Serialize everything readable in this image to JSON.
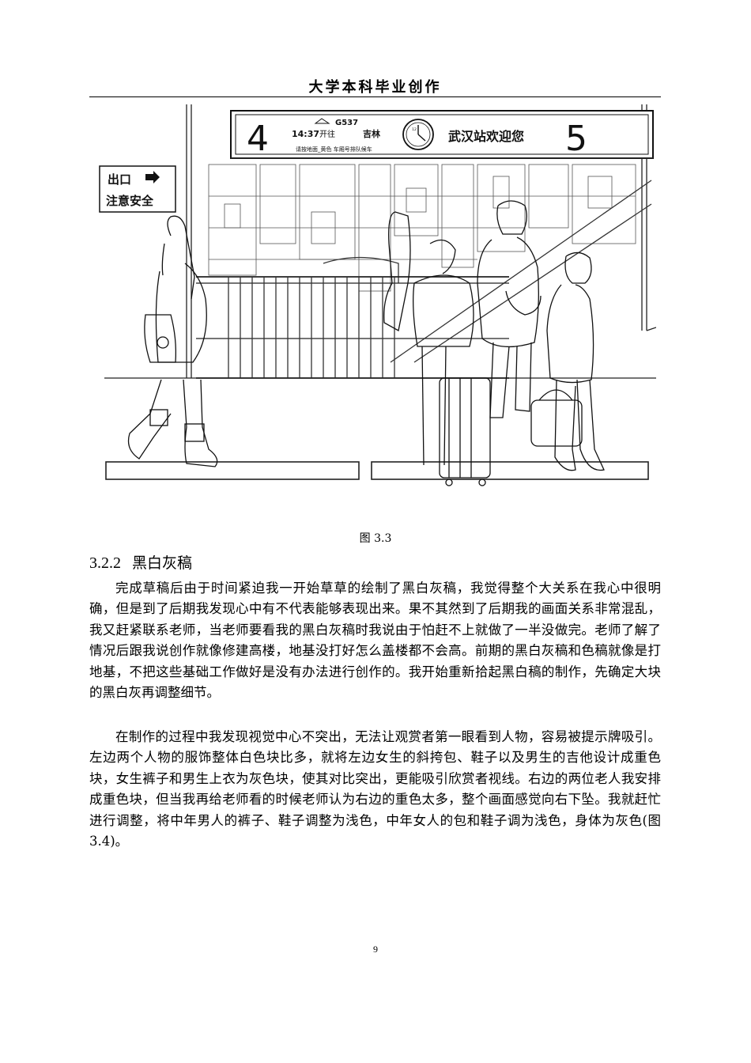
{
  "header": {
    "title": "大学本科毕业创作"
  },
  "figure": {
    "sign_platform_left": "4",
    "sign_platform_right": "5",
    "sign_train": "G537",
    "sign_time": "14:37",
    "sign_departs": "开往",
    "sign_destination": "吉林",
    "sign_note": "请按地面_黄色 车厢号排队候车",
    "sign_welcome": "武汉站欢迎您",
    "exit_sign": "出口",
    "safety_sign": "注意安全",
    "clock_label": "12"
  },
  "caption": "图 3.3",
  "section": {
    "number": "3.2.2",
    "title": "黑白灰稿"
  },
  "paragraphs": {
    "p1": "完成草稿后由于时间紧迫我一开始草草的绘制了黑白灰稿，我觉得整个大关系在我心中很明确，但是到了后期我发现心中有不代表能够表现出来。果不其然到了后期我的画面关系非常混乱，我又赶紧联系老师，当老师要看我的黑白灰稿时我说由于怕赶不上就做了一半没做完。老师了解了情况后跟我说创作就像修建高楼，地基没打好怎么盖楼都不会高。前期的黑白灰稿和色稿就像是打地基，不把这些基础工作做好是没有办法进行创作的。我开始重新拾起黑白稿的制作，先确定大块的黑白灰再调整细节。",
    "p2": "在制作的过程中我发现视觉中心不突出，无法让观赏者第一眼看到人物，容易被提示牌吸引。左边两个人物的服饰整体白色块比多，就将左边女生的斜挎包、鞋子以及男生的吉他设计成重色块，女生裤子和男生上衣为灰色块，使其对比突出，更能吸引欣赏者视线。右边的两位老人我安排成重色块，但当我再给老师看的时候老师认为右边的重色太多，整个画面感觉向右下坠。我就赶忙进行调整，将中年男人的裤子、鞋子调整为浅色，中年女人的包和鞋子调为浅色，身体为灰色(图 3.4)。"
  },
  "page_number": "9"
}
